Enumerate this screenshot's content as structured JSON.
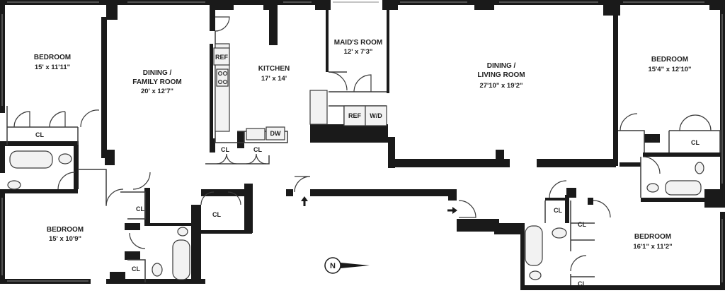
{
  "rooms": {
    "bedroom_nw": {
      "name": "BEDROOM",
      "dim": "15' x 11'11\""
    },
    "dining_family": {
      "name1": "DINING /",
      "name2": "FAMILY ROOM",
      "dim": "20' x 12'7\""
    },
    "kitchen": {
      "name": "KITCHEN",
      "dim": "17' x 14'"
    },
    "maids_room": {
      "name": "MAID'S ROOM",
      "dim": "12' x 7'3\""
    },
    "dining_living": {
      "name1": "DINING /",
      "name2": "LIVING ROOM",
      "dim": "27'10\" x 19'2\""
    },
    "bedroom_ne": {
      "name": "BEDROOM",
      "dim": "15'4\" x 12'10\""
    },
    "bedroom_sw": {
      "name": "BEDROOM",
      "dim": "15' x 10'9\""
    },
    "bedroom_se": {
      "name": "BEDROOM",
      "dim": "16'1\" x 11'2\""
    }
  },
  "fixtures": {
    "closet": "CL",
    "refrigerator": "REF",
    "dishwasher": "DW",
    "washer_dryer": "W/D"
  },
  "compass": {
    "letter": "N"
  },
  "colors": {
    "wall": "#1a1a1a",
    "line": "#3a3a3a",
    "fixture_fill": "#f2f2f2",
    "background": "#ffffff"
  }
}
